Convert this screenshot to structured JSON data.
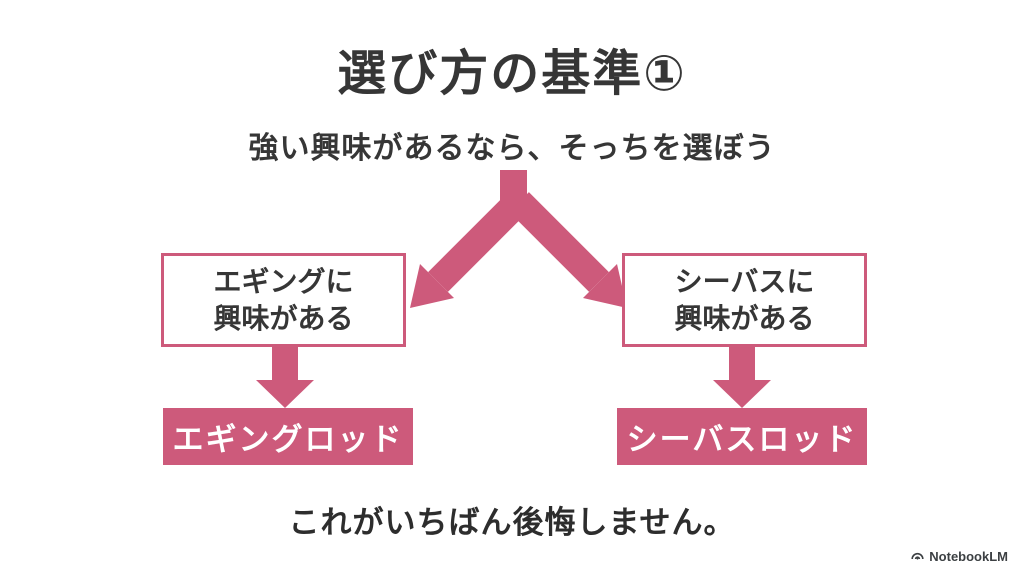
{
  "slide": {
    "title": "選び方の基準①",
    "subtitle": "強い興味があるなら、そっちを選ぼう",
    "left_branch": {
      "condition_line1": "エギングに",
      "condition_line2": "興味がある",
      "result": "エギングロッド"
    },
    "right_branch": {
      "condition_line1": "シーバスに",
      "condition_line2": "興味がある",
      "result": "シーバスロッド"
    },
    "footer": "これがいちばん後悔しません。",
    "watermark": "NotebookLM"
  },
  "icons": {
    "branch_arrow": "split-down-arrow",
    "down_arrow": "down-arrow",
    "watermark_icon": "notebooklm-logo"
  },
  "colors": {
    "accent_pink": "#cd5a7b",
    "text_dark": "#363636",
    "background": "#ffffff"
  }
}
